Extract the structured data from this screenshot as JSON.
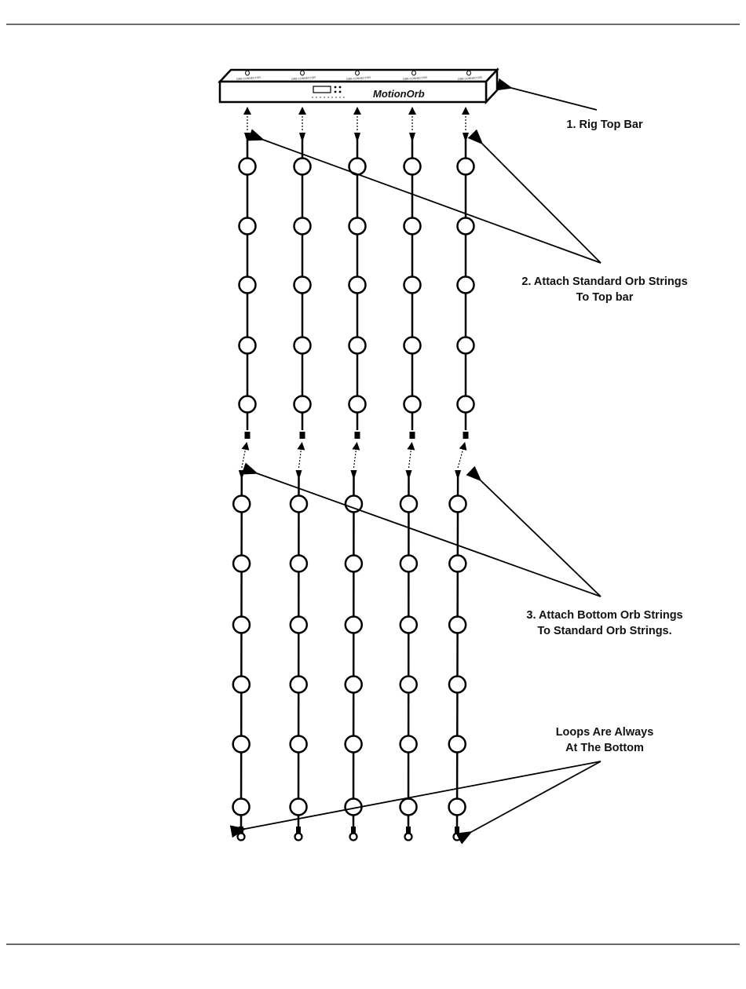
{
  "labels": {
    "step1": "1. Rig Top Bar",
    "step2_line1": "2. Attach Standard Orb Strings",
    "step2_line2": "To Top bar",
    "step3_line1": "3. Attach Bottom Orb Strings",
    "step3_line2": "To Standard Orb Strings.",
    "note_line1": "Loops Are Always",
    "note_line2": "At The Bottom"
  },
  "top_bar": {
    "brand": "MotionOrb",
    "port_label": "ORB CONNECTOR"
  },
  "diagram": {
    "strings_count": 5,
    "orbs_per_standard_string": 5,
    "orbs_per_bottom_string": 6,
    "colors": {
      "stroke": "#000000",
      "rule": "#6a6a6a",
      "fill": "#ffffff"
    }
  }
}
